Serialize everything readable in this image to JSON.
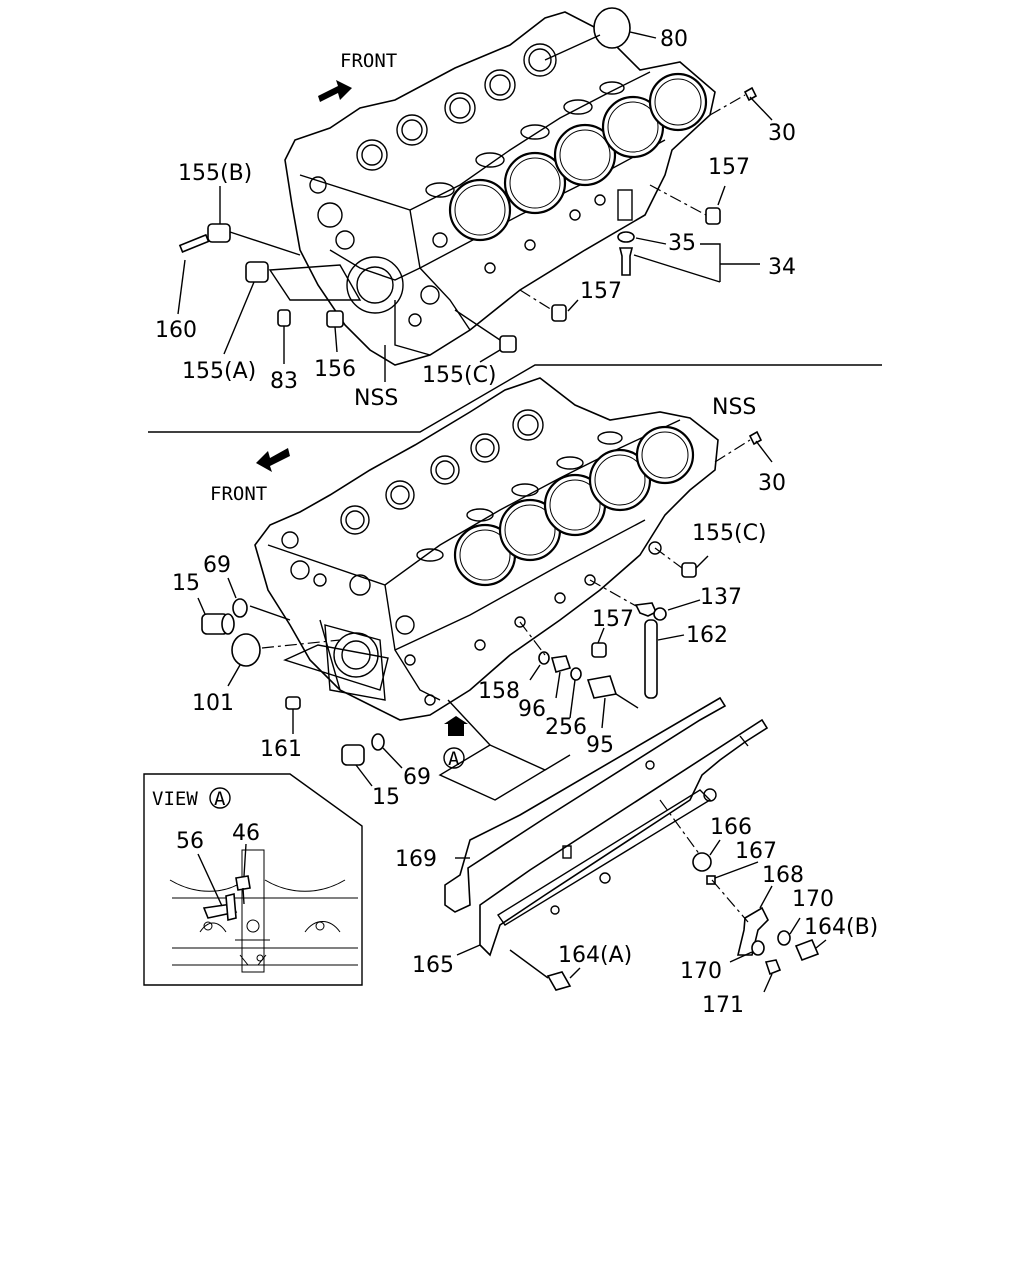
{
  "upper": {
    "front_label": "FRONT",
    "labels": {
      "p80": "80",
      "p30": "30",
      "p157a": "157",
      "p35": "35",
      "p34": "34",
      "p157b": "157",
      "p155b": "155(B)",
      "p160": "160",
      "p155a": "155(A)",
      "p83": "83",
      "p156": "156",
      "pnss": "NSS",
      "p155c": "155(C)"
    }
  },
  "lower": {
    "front_label": "FRONT",
    "view_marker": "A",
    "labels": {
      "pnss": "NSS",
      "p30": "30",
      "p155c": "155(C)",
      "p137": "137",
      "p162": "162",
      "p157": "157",
      "p15a": "15",
      "p69a": "69",
      "p101": "101",
      "p161": "161",
      "p158": "158",
      "p96": "96",
      "p256": "256",
      "p95": "95",
      "p15b": "15",
      "p69b": "69",
      "p166": "166",
      "p167": "167",
      "p168": "168",
      "p169": "169",
      "p170a": "170",
      "p164b": "164(B)",
      "p165": "165",
      "p164a": "164(A)",
      "p170b": "170",
      "p171": "171"
    }
  },
  "view_a": {
    "title": "VIEW",
    "marker": "A",
    "labels": {
      "p56": "56",
      "p46": "46"
    }
  }
}
